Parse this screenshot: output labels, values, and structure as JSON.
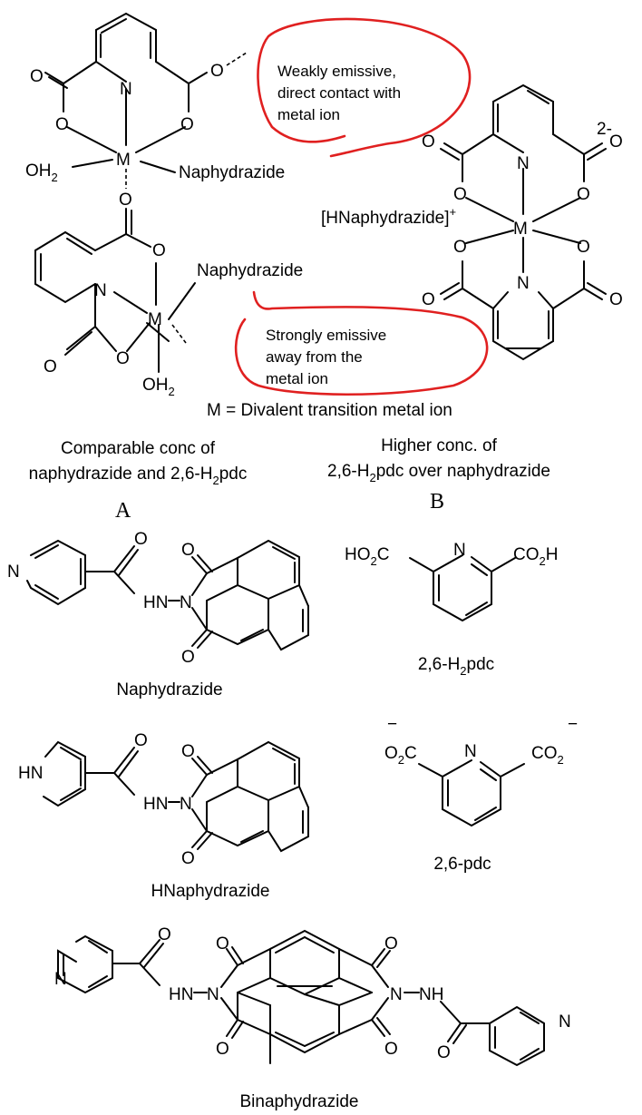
{
  "complex_a": {
    "label_a": "A",
    "atoms": {
      "O": "O",
      "N": "N",
      "M": "M",
      "H": "H",
      "two": "2"
    },
    "oh2_o": "OH",
    "oh2_sub": "2",
    "ligand": "Naphydrazide",
    "ligand2": "Naphydrazide",
    "caption_line1": "Comparable conc of",
    "caption_line2_a": "naphydrazide and 2,6-H",
    "caption_line2_sub": "2",
    "caption_line2_b": "pdc"
  },
  "complex_b": {
    "label_b": "B",
    "charge": "2-",
    "cation": "[HNaphydrazide]",
    "cation_charge": "+",
    "caption_line1": "Higher conc. of",
    "caption_line2_a": "2,6-H",
    "caption_line2_sub": "2",
    "caption_line2_b": "pdc over naphydrazide"
  },
  "metal_definition": "M = Divalent transition metal ion",
  "annotations": {
    "weak_1": "Weakly emissive,",
    "weak_2": "direct contact with",
    "weak_3": "metal ion",
    "strong_1": "Strongly emissive",
    "strong_2": "away from the",
    "strong_3": "metal ion"
  },
  "structures": {
    "naphydrazide": "Naphydrazide",
    "h2pdc_a": "2,6-H",
    "h2pdc_sub": "2",
    "h2pdc_b": "pdc",
    "hnaphydrazide": "HNaphydrazide",
    "pdc": "2,6-pdc",
    "binaphydrazide": "Binaphydrazide",
    "ho2c": "HO",
    "co2h": "CO",
    "o2c": "O",
    "co2": "CO",
    "c_letter": "C",
    "h_letter": "H",
    "hn": "HN",
    "hn_nh": "NH",
    "minus": "−"
  },
  "colors": {
    "annotation": "#e02020",
    "ink": "#000000"
  }
}
